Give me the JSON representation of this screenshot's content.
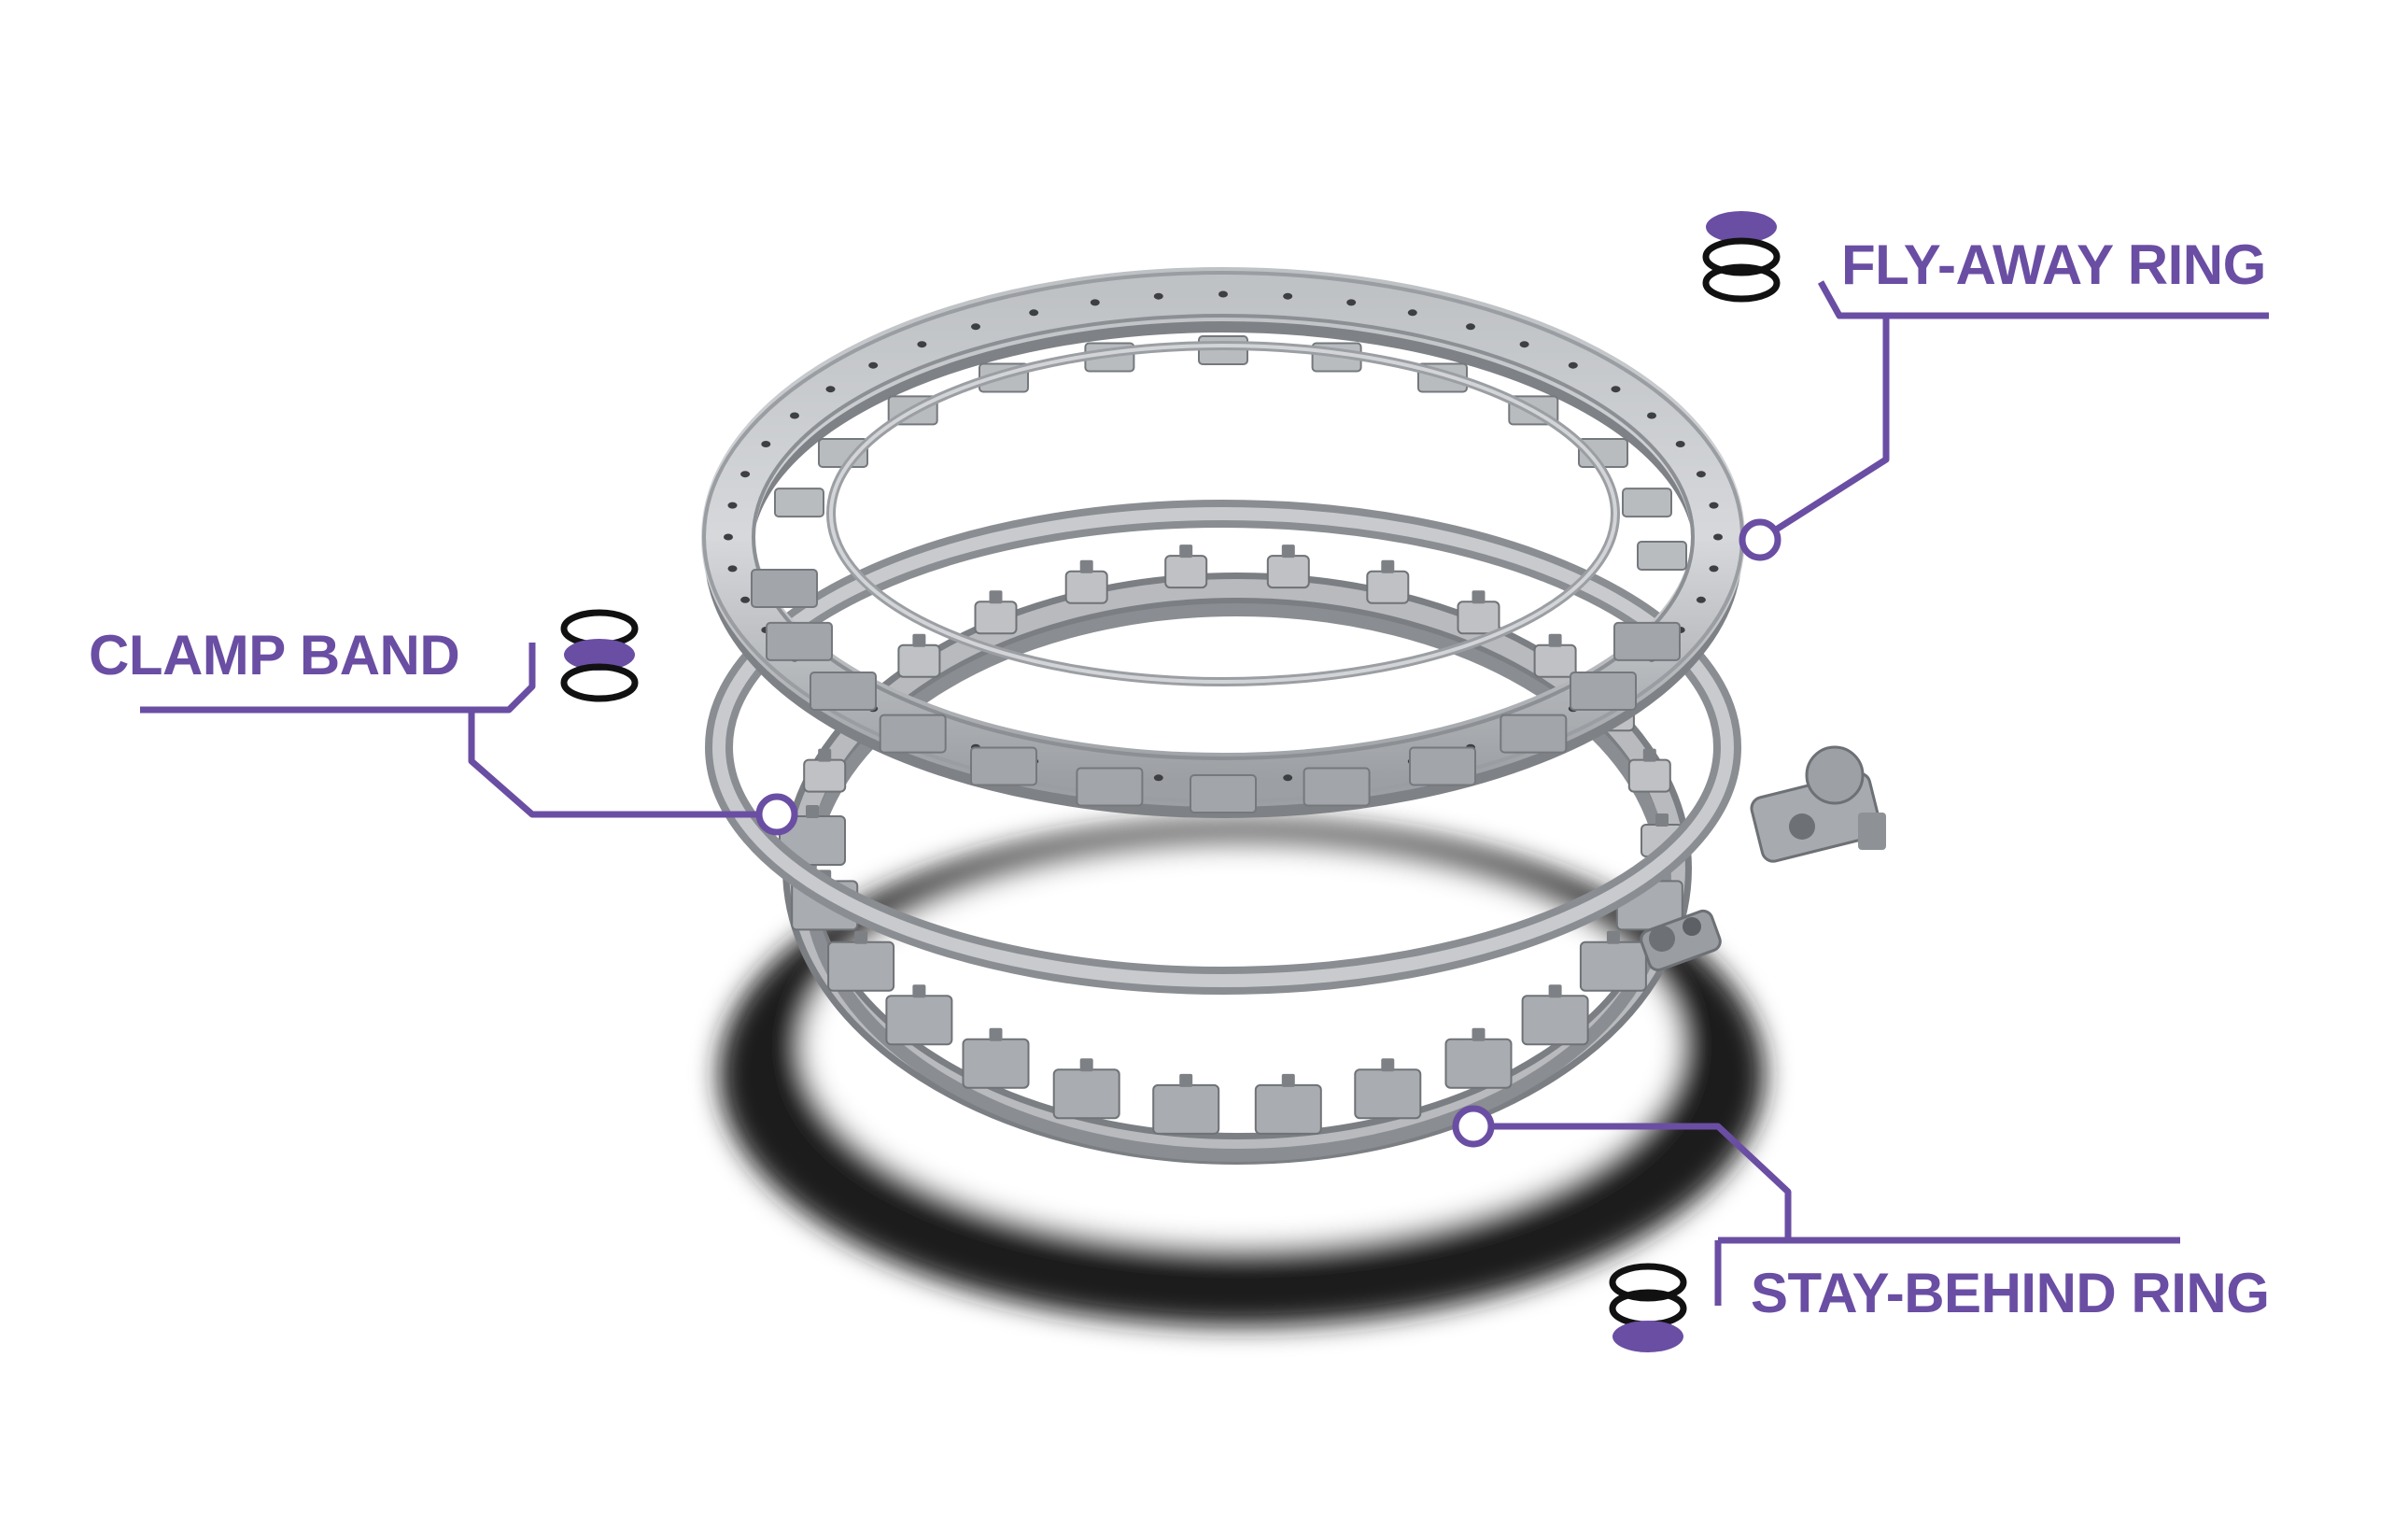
{
  "colors": {
    "accent": "#6a4ea3",
    "ink": "#111111",
    "metal_light": "#d4d6d9",
    "metal_mid": "#a3a6aa",
    "metal_dark": "#6d7074",
    "shadow": "#1a1a1a"
  },
  "callouts": [
    {
      "id": "fly-away",
      "label": "FLY-AWAY RING",
      "icon": "spring-top-highlight-icon"
    },
    {
      "id": "clamp-band",
      "label": "CLAMP BAND",
      "icon": "spring-middle-highlight-icon"
    },
    {
      "id": "stay-behind",
      "label": "STAY-BEHIND RING",
      "icon": "spring-bottom-highlight-icon"
    }
  ]
}
